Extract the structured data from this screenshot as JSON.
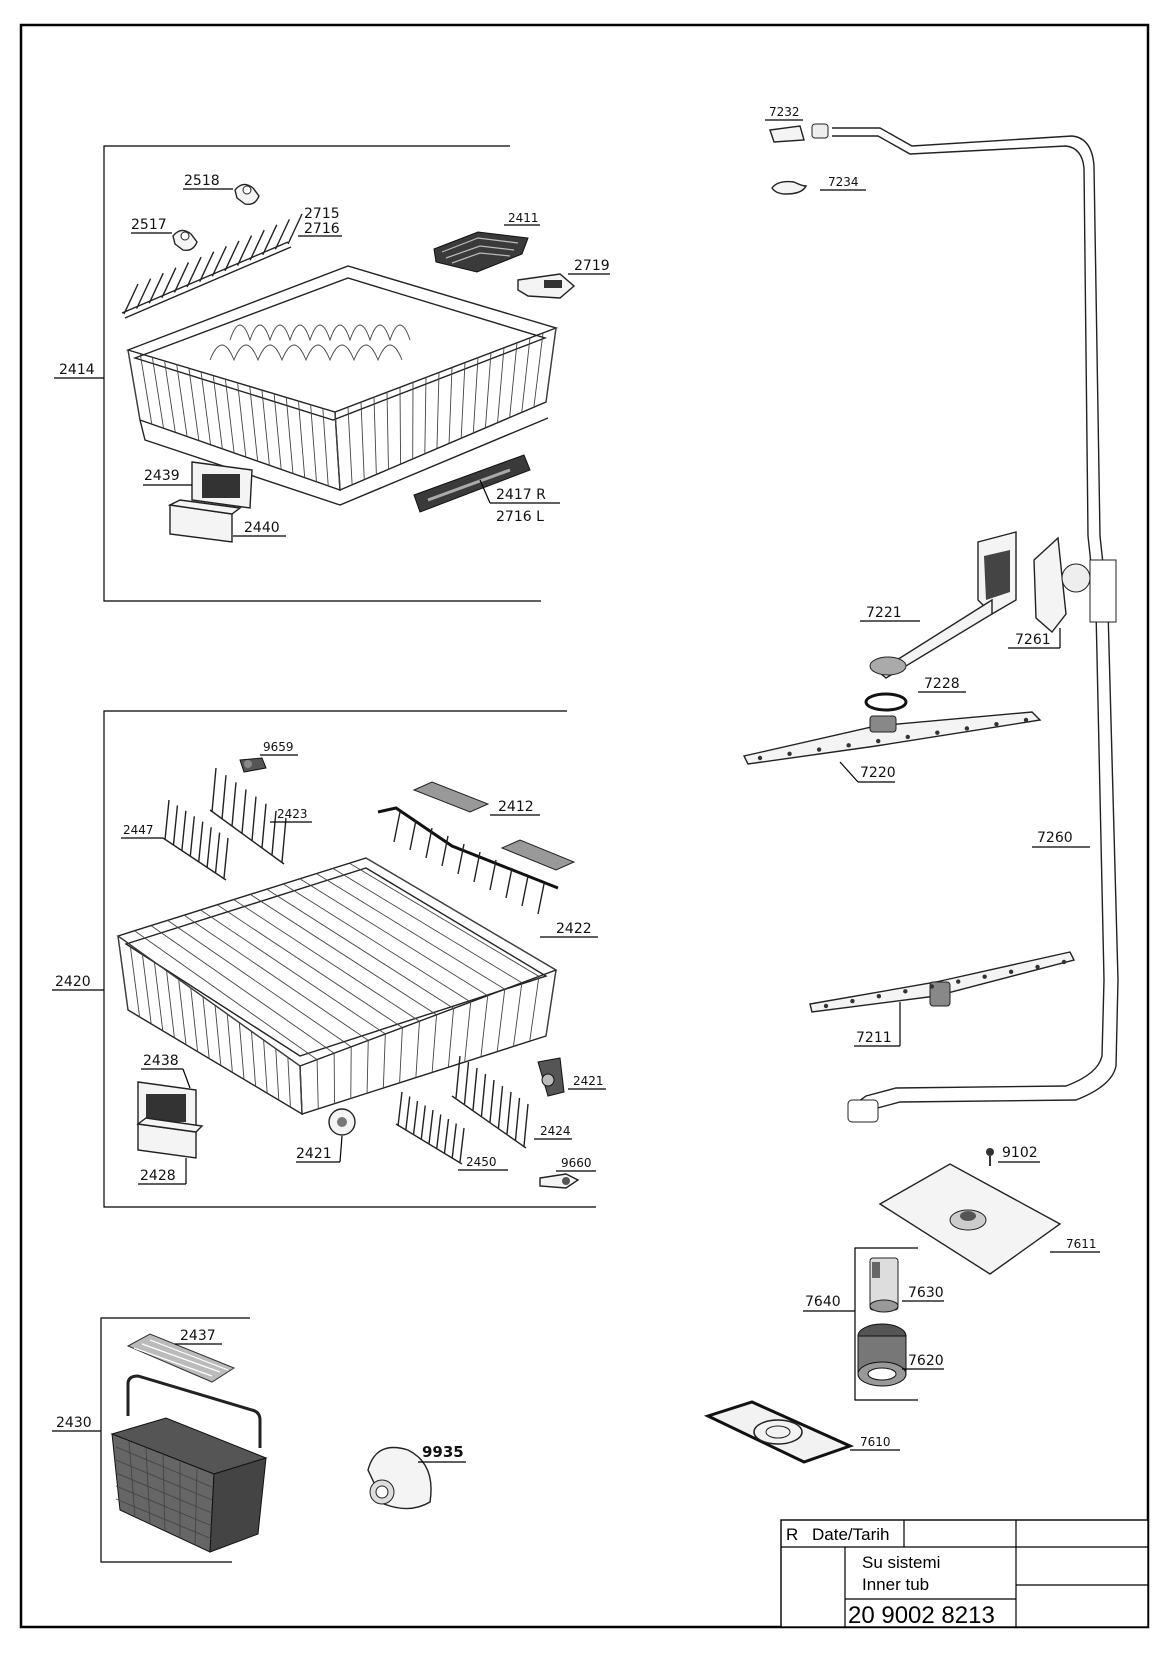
{
  "labels": {
    "p2518": "2518",
    "p2517": "2517",
    "p2715": "2715",
    "p2716": "2716",
    "p2411": "2411",
    "p2719": "2719",
    "p2414": "2414",
    "p2439": "2439",
    "p2440": "2440",
    "p2417r": "2417 R",
    "p2716l": "2716 L",
    "p9659": "9659",
    "p2423": "2423",
    "p2447": "2447",
    "p2412": "2412",
    "p2422": "2422",
    "p2420": "2420",
    "p2438": "2438",
    "p2421a": "2421",
    "p2421b": "2421",
    "p2424": "2424",
    "p2428": "2428",
    "p2450": "2450",
    "p9660": "9660",
    "p2437": "2437",
    "p2430": "2430",
    "p9935": "9935",
    "p7232": "7232",
    "p7234": "7234",
    "p7221": "7221",
    "p7261": "7261",
    "p7228": "7228",
    "p7220": "7220",
    "p7260": "7260",
    "p7211": "7211",
    "p9102": "9102",
    "p7611": "7611",
    "p7640": "7640",
    "p7630": "7630",
    "p7620": "7620",
    "p7610": "7610"
  },
  "title_block": {
    "rev_label": "R",
    "date_label": "Date/Tarih",
    "title_tr": "Su sistemi",
    "title_en": "Inner tub",
    "doc_number": "20 9002 8213"
  }
}
